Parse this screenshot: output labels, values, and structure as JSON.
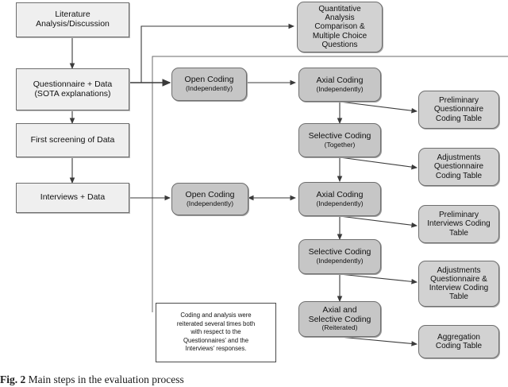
{
  "figure": {
    "type": "flowchart",
    "caption_prefix": "Fig. 2",
    "caption_text": "Main steps in the evaluation process",
    "colors": {
      "plain_fill": "#efefef",
      "process_fill": "#c6c6c6",
      "table_fill": "#d2d2d2",
      "note_fill": "#ffffff",
      "stroke": "#6e6e6e",
      "text": "#111111"
    }
  },
  "left_column": [
    {
      "id": "literature",
      "line1": "Literature",
      "line2": "Analysis/Discussion"
    },
    {
      "id": "questionnaire",
      "line1": "Questionnaire + Data",
      "line2": "(SOTA explanations)"
    },
    {
      "id": "first-screening",
      "line1": "First screening of Data",
      "line2": ""
    },
    {
      "id": "interviews",
      "line1": "Interviews + Data",
      "line2": ""
    }
  ],
  "quantitative_box": {
    "id": "quantitative-analysis",
    "lines": [
      "Quantitative",
      "Analysis",
      "Comparison &",
      "Multiple Choice",
      "Questions"
    ]
  },
  "process_nodes": [
    {
      "id": "open-coding-questionnaire",
      "title": "Open Coding",
      "sub": "(Independently)"
    },
    {
      "id": "axial-coding-questionnaire",
      "title": "Axial Coding",
      "sub": "(Independently)"
    },
    {
      "id": "selective-coding-together",
      "title": "Selective Coding",
      "sub": "(Together)"
    },
    {
      "id": "open-coding-interviews",
      "title": "Open Coding",
      "sub": "(Independently)"
    },
    {
      "id": "axial-coding-interviews",
      "title": "Axial Coding",
      "sub": "(Independently)"
    },
    {
      "id": "selective-coding-independently",
      "title": "Selective Coding",
      "sub": "(Independently)"
    },
    {
      "id": "axial-selective-reiterated",
      "title": "Axial and|Selective Coding",
      "sub": "(Reiterated)"
    }
  ],
  "table_nodes": [
    {
      "id": "preliminary-questionnaire-coding-table",
      "lines": [
        "Preliminary",
        "Questionnaire",
        "Coding Table"
      ]
    },
    {
      "id": "adjustments-questionnaire-coding-table",
      "lines": [
        "Adjustments",
        "Questionnaire",
        "Coding Table"
      ]
    },
    {
      "id": "preliminary-interviews-coding-table",
      "lines": [
        "Preliminary",
        "Interviews Coding",
        "Table"
      ]
    },
    {
      "id": "adjustments-questionnaire-interview-coding-table",
      "lines": [
        "Adjustments",
        "Questionnaire &",
        "Interview Coding",
        "Table"
      ]
    },
    {
      "id": "aggregation-coding-table",
      "lines": [
        "Aggregation",
        "Coding Table"
      ]
    }
  ],
  "note": {
    "id": "reiteration-note",
    "lines": [
      "Coding and analysis were",
      "reiterated several times both",
      "with respect to the",
      "Questionnaires' and the",
      "Interviews' responses."
    ]
  }
}
